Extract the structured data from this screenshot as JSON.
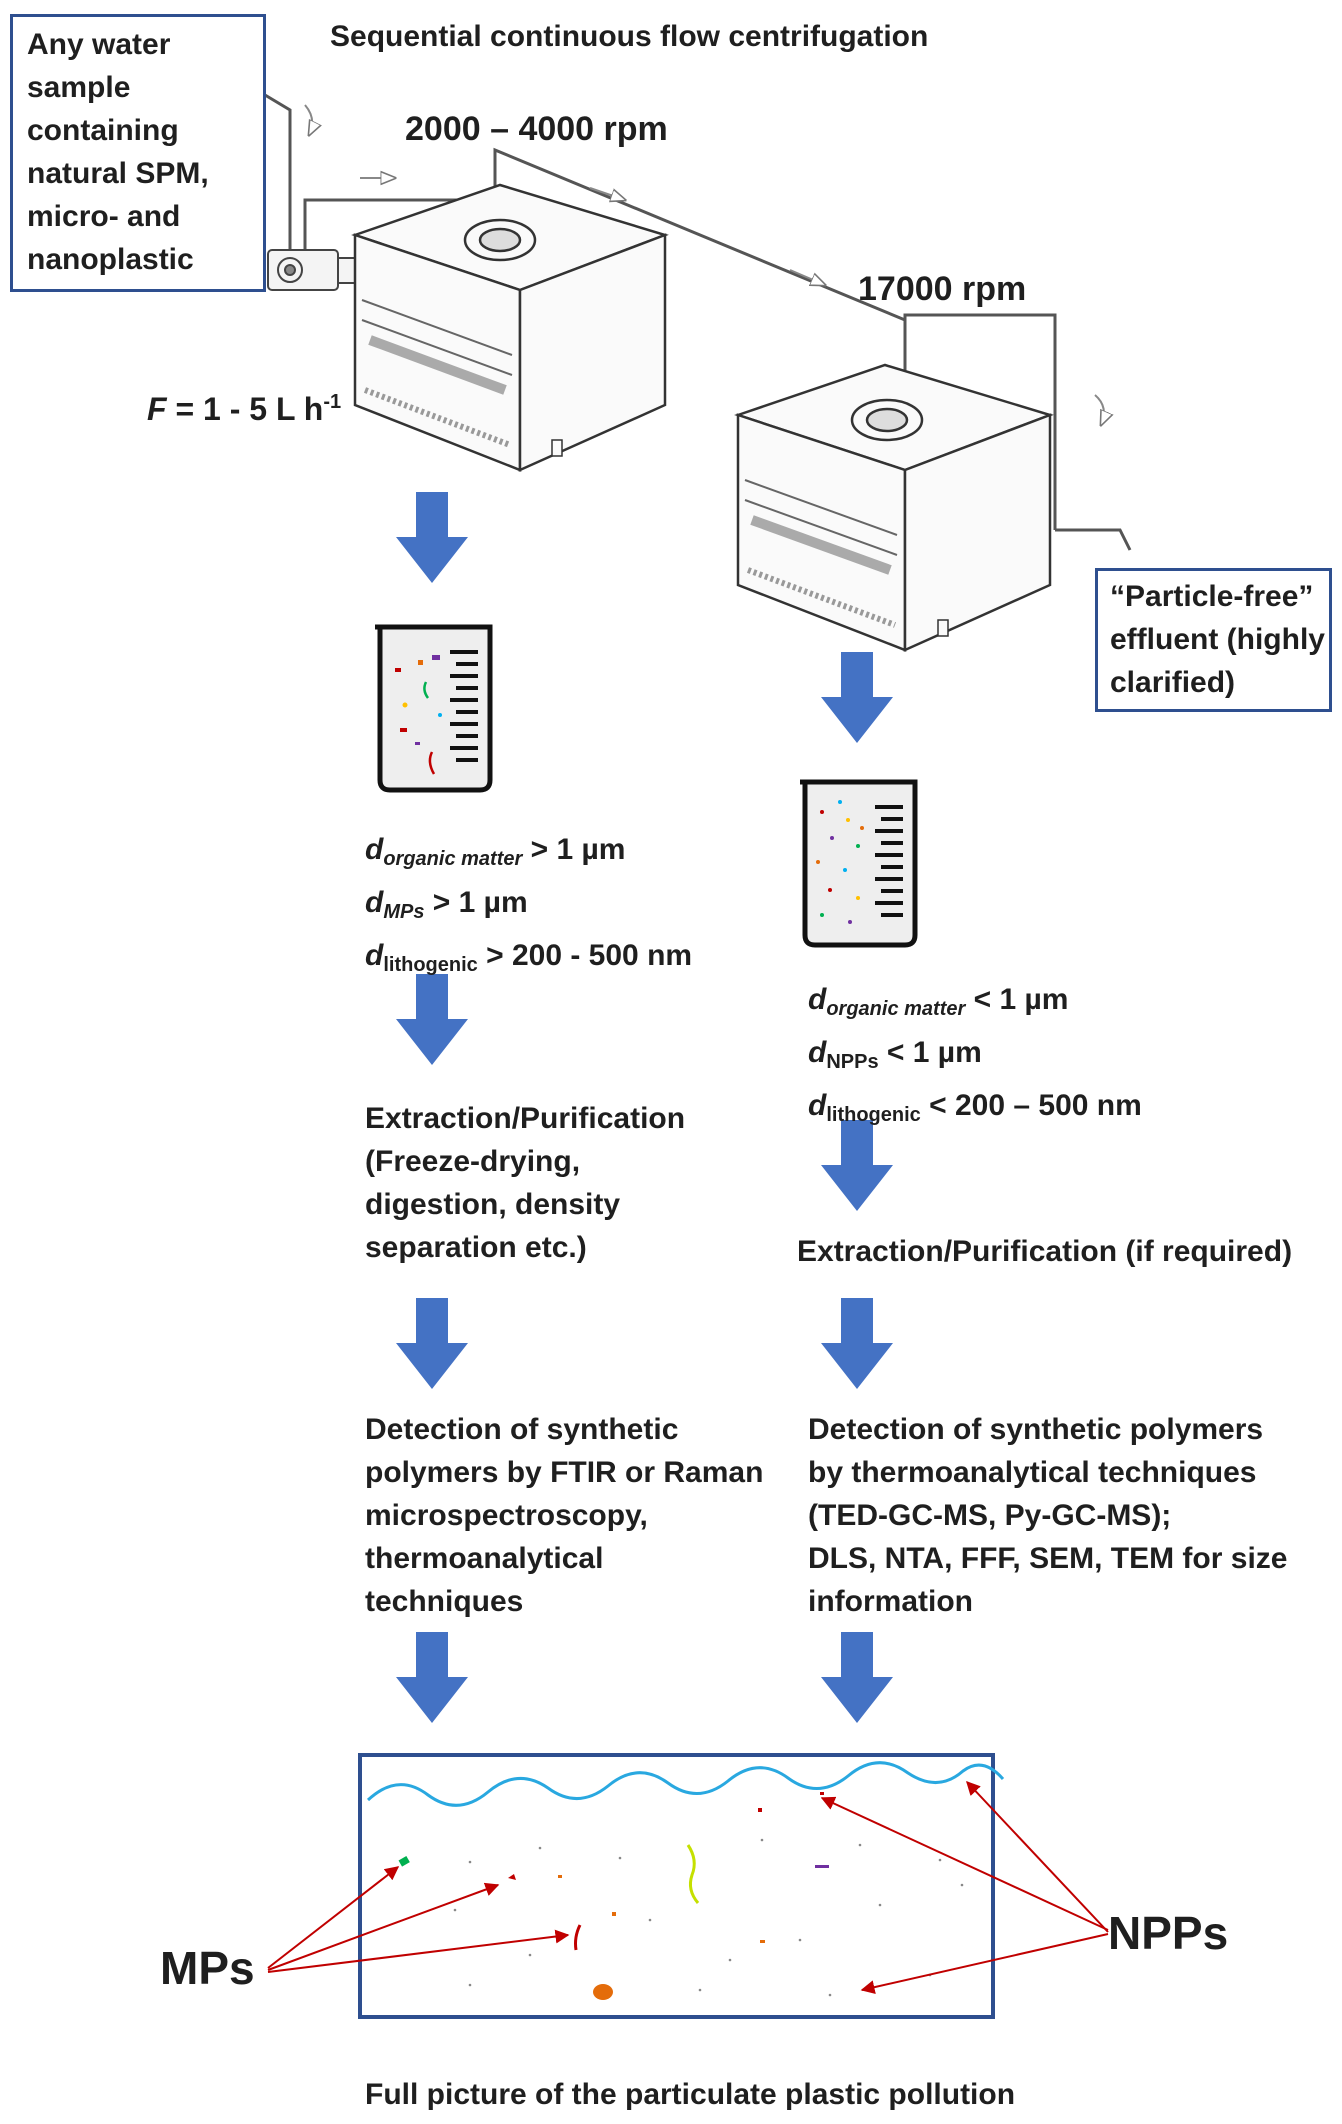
{
  "title": "Sequential continuous flow centrifugation",
  "sample_box": [
    "Any water",
    "sample",
    "containing",
    "natural SPM,",
    "micro- and",
    "nanoplastic"
  ],
  "flow_rate": {
    "symbol": "F",
    "rest": " = 1 - 5 L h",
    "sup": "-1"
  },
  "speed1": "2000 – 4000 rpm",
  "speed2": "17000 rpm",
  "effluent_box": [
    "“Particle-free”",
    "effluent (highly",
    "clarified)"
  ],
  "left": {
    "sizes": [
      {
        "d": "d",
        "sub": "organic matter",
        "rest": " > 1 µm"
      },
      {
        "d": "d",
        "sub": "MPs",
        "rest": " > 1 µm"
      },
      {
        "d": "d",
        "sub": "lithogenic",
        "rest": " > 200 - 500 nm"
      }
    ],
    "extraction": [
      "Extraction/Purification",
      "(Freeze-drying,",
      "digestion, density",
      "separation etc.)"
    ],
    "detection": [
      "Detection of synthetic",
      "polymers by FTIR or Raman",
      "microspectroscopy,",
      "thermoanalytical",
      "techniques"
    ]
  },
  "right": {
    "sizes": [
      {
        "d": "d",
        "sub": "organic matter",
        "rest": " < 1 µm"
      },
      {
        "d": "d",
        "sub": "NPPs",
        "rest": " < 1 µm"
      },
      {
        "d": "d",
        "sub": "lithogenic",
        "rest": " < 200 – 500 nm"
      }
    ],
    "extraction": "Extraction/Purification (if required)",
    "detection": [
      "Detection of synthetic polymers",
      "by thermoanalytical techniques",
      "(TED-GC-MS, Py-GC-MS);",
      "DLS, NTA, FFF, SEM, TEM for size",
      "information"
    ]
  },
  "mps_label": "MPs",
  "npps_label": "NPPs",
  "caption": "Full picture of the particulate plastic pollution",
  "colors": {
    "arrow": "#4472c4",
    "box_border": "#2e4f8f",
    "water_line": "#29a8e0",
    "pointer": "#c00000"
  }
}
